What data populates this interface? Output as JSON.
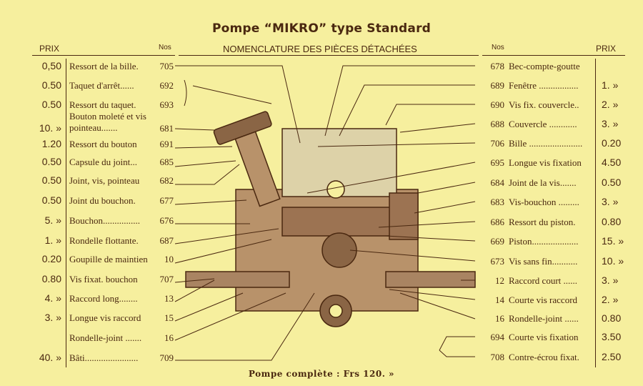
{
  "title": "Pompe “MIKRO” type Standard",
  "headers": {
    "prix_left": "PRIX",
    "nos_left": "Nos",
    "nomenclature": "NOMENCLATURE DES PIÈCES DÉTACHÉES",
    "nos_right": "Nos",
    "prix_right": "PRIX"
  },
  "left_items": [
    {
      "price": "0,50",
      "name": "Ressort de la bille.",
      "no": "705"
    },
    {
      "price": "0.50",
      "name": "Taquet d'arrêt......",
      "no": "692"
    },
    {
      "price": "0.50",
      "name": "Ressort du taquet.",
      "no": "693"
    },
    {
      "price": "10. »",
      "name": "Bouton moleté et vis pointeau.......",
      "no": "681"
    },
    {
      "price": "1.20",
      "name": "Ressort du bouton",
      "no": "691"
    },
    {
      "price": "0.50",
      "name": "Capsule du joint...",
      "no": "685"
    },
    {
      "price": "0.50",
      "name": "Joint, vis, pointeau",
      "no": "682"
    },
    {
      "price": "0.50",
      "name": "Joint du bouchon.",
      "no": "677"
    },
    {
      "price": "5. »",
      "name": "Bouchon................",
      "no": "676"
    },
    {
      "price": "1. »",
      "name": "Rondelle flottante.",
      "no": "687"
    },
    {
      "price": "0.20",
      "name": "Goupille de maintien",
      "no": "10"
    },
    {
      "price": "0.80",
      "name": "Vis fixat. bouchon",
      "no": "707"
    },
    {
      "price": "4. »",
      "name": "Raccord long........",
      "no": "13"
    },
    {
      "price": "3. »",
      "name": "Longue vis raccord",
      "no": "15"
    },
    {
      "price": "",
      "name": "Rondelle-joint .......",
      "no": "16"
    },
    {
      "price": "40. »",
      "name": "Bâti.......................",
      "no": "709"
    }
  ],
  "right_items": [
    {
      "no": "678",
      "name": "Bec-compte-goutte",
      "price": ""
    },
    {
      "no": "689",
      "name": "Fenêtre .................",
      "price": "1. »"
    },
    {
      "no": "690",
      "name": "Vis fix. couvercle..",
      "price": "2. »"
    },
    {
      "no": "688",
      "name": "Couvercle ............",
      "price": "3. »"
    },
    {
      "no": "706",
      "name": "Bille .......................",
      "price": "0.20"
    },
    {
      "no": "695",
      "name": "Longue vis fixation",
      "price": "4.50"
    },
    {
      "no": "684",
      "name": "Joint de la vis.......",
      "price": "0.50"
    },
    {
      "no": "683",
      "name": "Vis-bouchon .........",
      "price": "3. »"
    },
    {
      "no": "686",
      "name": "Ressort du piston.",
      "price": "0.80"
    },
    {
      "no": "669",
      "name": "Piston....................",
      "price": "15. »"
    },
    {
      "no": "673",
      "name": "Vis sans fin...........",
      "price": "10. »"
    },
    {
      "no": "12",
      "name": "Raccord court ......",
      "price": "3. »"
    },
    {
      "no": "14",
      "name": "Courte vis raccord",
      "price": "2. »"
    },
    {
      "no": "16",
      "name": "Rondelle-joint ......",
      "price": "0.80"
    },
    {
      "no": "694",
      "name": "Courte vis fixation",
      "price": "3.50"
    },
    {
      "no": "708",
      "name": "Contre-écrou fixat.",
      "price": "2.50"
    }
  ],
  "footer": "Pompe complète : Frs 120. »",
  "colors": {
    "paper": "#f6ef9e",
    "ink": "#4a2810",
    "metal": "#b08a62"
  }
}
